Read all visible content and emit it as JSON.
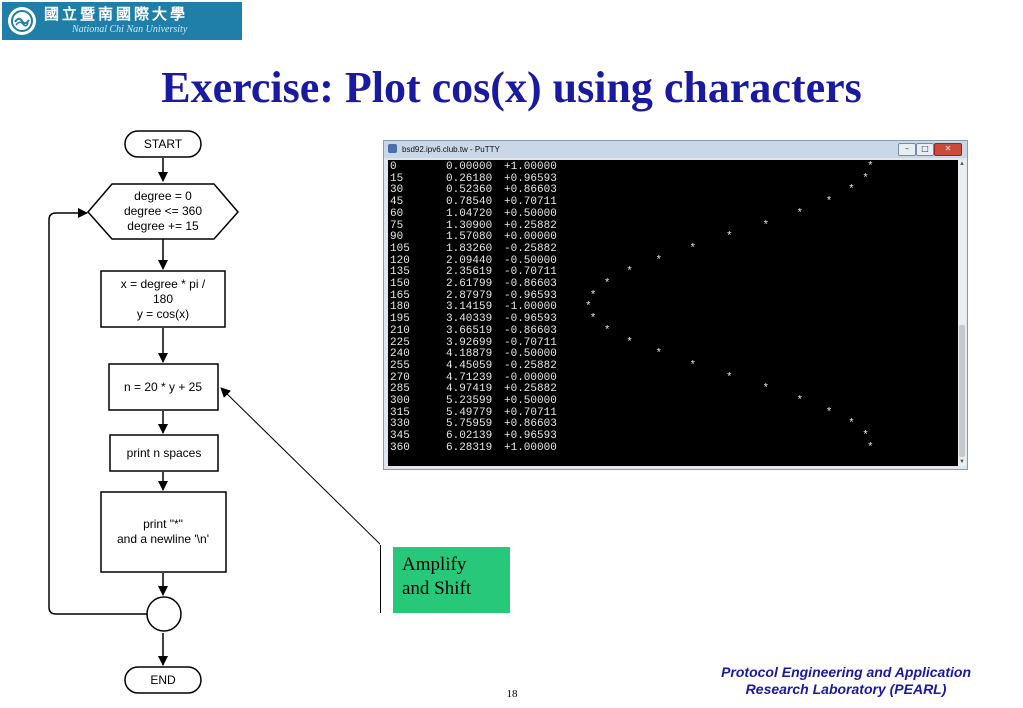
{
  "logo": {
    "chinese": "國立暨南國際大學",
    "english": "National Chi Nan University"
  },
  "title": "Exercise: Plot cos(x) using characters",
  "flowchart": {
    "start": "START",
    "loop_lines": [
      "degree = 0",
      "degree <= 360",
      "degree += 15"
    ],
    "compute_lines": [
      "x = degree * pi /",
      "180",
      "y = cos(x)"
    ],
    "scale": "n = 20 * y + 25",
    "print_spaces": "print n spaces",
    "print_star_lines": [
      "print \"*\"",
      "and a newline '\\n'"
    ],
    "end": "END"
  },
  "terminal": {
    "title": "bsd92.ipv6.club.tw - PuTTY",
    "rows": [
      {
        "deg": "0",
        "rad": "0.00000",
        "cos": "+1.00000"
      },
      {
        "deg": "15",
        "rad": "0.26180",
        "cos": "+0.96593"
      },
      {
        "deg": "30",
        "rad": "0.52360",
        "cos": "+0.86603"
      },
      {
        "deg": "45",
        "rad": "0.78540",
        "cos": "+0.70711"
      },
      {
        "deg": "60",
        "rad": "1.04720",
        "cos": "+0.50000"
      },
      {
        "deg": "75",
        "rad": "1.30900",
        "cos": "+0.25882"
      },
      {
        "deg": "90",
        "rad": "1.57080",
        "cos": "+0.00000"
      },
      {
        "deg": "105",
        "rad": "1.83260",
        "cos": "-0.25882"
      },
      {
        "deg": "120",
        "rad": "2.09440",
        "cos": "-0.50000"
      },
      {
        "deg": "135",
        "rad": "2.35619",
        "cos": "-0.70711"
      },
      {
        "deg": "150",
        "rad": "2.61799",
        "cos": "-0.86603"
      },
      {
        "deg": "165",
        "rad": "2.87979",
        "cos": "-0.96593"
      },
      {
        "deg": "180",
        "rad": "3.14159",
        "cos": "-1.00000"
      },
      {
        "deg": "195",
        "rad": "3.40339",
        "cos": "-0.96593"
      },
      {
        "deg": "210",
        "rad": "3.66519",
        "cos": "-0.86603"
      },
      {
        "deg": "225",
        "rad": "3.92699",
        "cos": "-0.70711"
      },
      {
        "deg": "240",
        "rad": "4.18879",
        "cos": "-0.50000"
      },
      {
        "deg": "255",
        "rad": "4.45059",
        "cos": "-0.25882"
      },
      {
        "deg": "270",
        "rad": "4.71239",
        "cos": "-0.00000"
      },
      {
        "deg": "285",
        "rad": "4.97419",
        "cos": "+0.25882"
      },
      {
        "deg": "300",
        "rad": "5.23599",
        "cos": "+0.50000"
      },
      {
        "deg": "315",
        "rad": "5.49779",
        "cos": "+0.70711"
      },
      {
        "deg": "330",
        "rad": "5.75959",
        "cos": "+0.86603"
      },
      {
        "deg": "345",
        "rad": "6.02139",
        "cos": "+0.96593"
      },
      {
        "deg": "360",
        "rad": "6.28319",
        "cos": "+1.00000"
      }
    ],
    "star_char": "*"
  },
  "callout": {
    "lines": [
      "Amplify",
      "and Shift"
    ]
  },
  "footer": {
    "lines": [
      "Protocol Engineering and Application",
      "Research Laboratory (PEARL)"
    ]
  },
  "page_number": "18",
  "colors": {
    "title": "#1a1aa0",
    "callout": "#27c87a",
    "logo_bg": "#1f7fa8",
    "terminal_bg": "#000000"
  }
}
